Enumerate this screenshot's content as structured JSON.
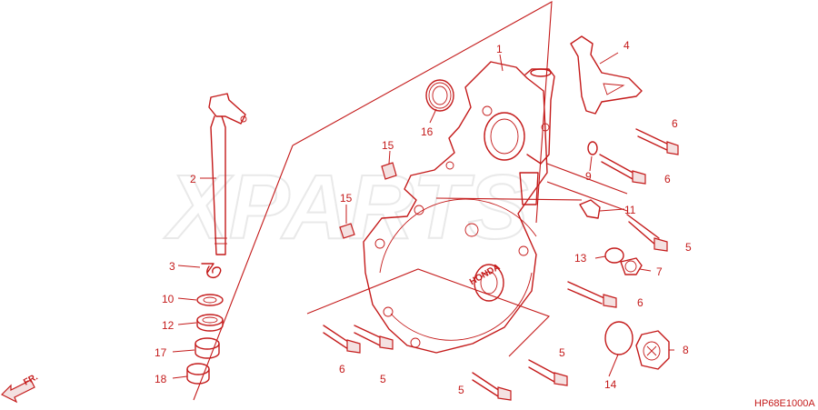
{
  "watermark": "XPARTS",
  "diagram_code": "HP68E1000A",
  "fr_label": "FR.",
  "brand_text": "HONDA",
  "accent_color": "#c41a1a",
  "callouts": [
    {
      "id": "c1",
      "text": "1"
    },
    {
      "id": "c2",
      "text": "2"
    },
    {
      "id": "c3",
      "text": "3"
    },
    {
      "id": "c4",
      "text": "4"
    },
    {
      "id": "c5a",
      "text": "5"
    },
    {
      "id": "c5b",
      "text": "5"
    },
    {
      "id": "c5c",
      "text": "5"
    },
    {
      "id": "c5d",
      "text": "5"
    },
    {
      "id": "c6a",
      "text": "6"
    },
    {
      "id": "c6b",
      "text": "6"
    },
    {
      "id": "c6c",
      "text": "6"
    },
    {
      "id": "c6d",
      "text": "6"
    },
    {
      "id": "c7",
      "text": "7"
    },
    {
      "id": "c8",
      "text": "8"
    },
    {
      "id": "c9",
      "text": "9"
    },
    {
      "id": "c10",
      "text": "10"
    },
    {
      "id": "c11",
      "text": "11"
    },
    {
      "id": "c12",
      "text": "12"
    },
    {
      "id": "c13",
      "text": "13"
    },
    {
      "id": "c14",
      "text": "14"
    },
    {
      "id": "c15a",
      "text": "15"
    },
    {
      "id": "c15b",
      "text": "15"
    },
    {
      "id": "c16",
      "text": "16"
    },
    {
      "id": "c17",
      "text": "17"
    },
    {
      "id": "c18",
      "text": "18"
    }
  ]
}
